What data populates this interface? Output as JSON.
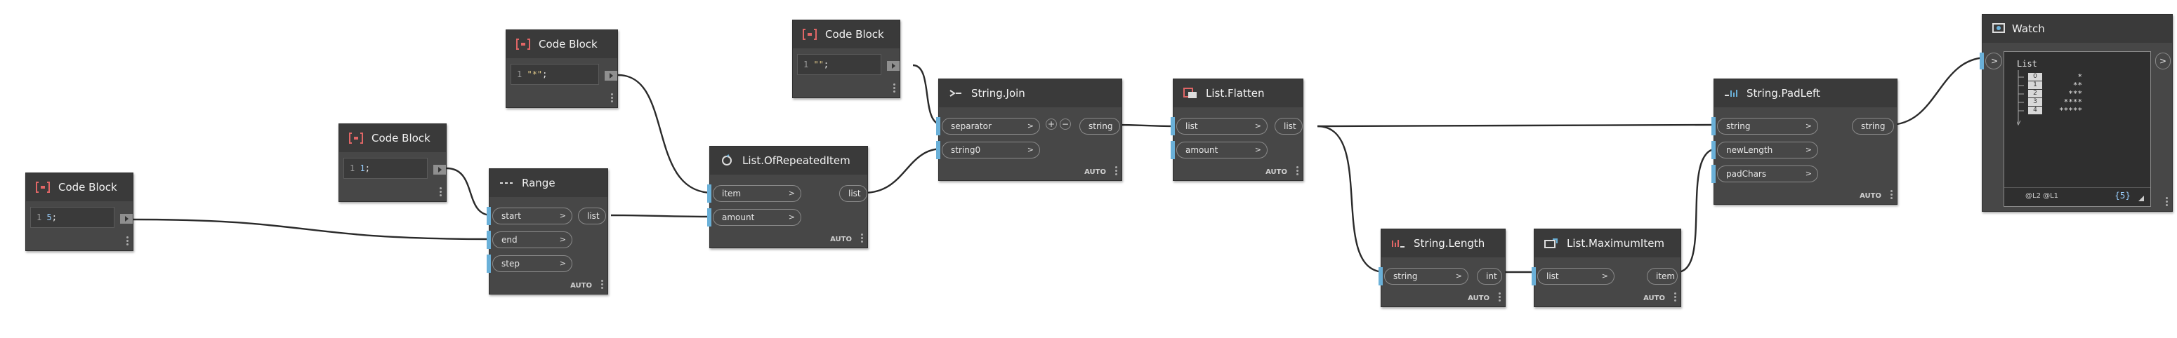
{
  "nodes": {
    "cb5": {
      "title": "Code Block",
      "line": "1",
      "code": "5",
      "suffix": ";"
    },
    "cb1": {
      "title": "Code Block",
      "line": "1",
      "code": "1",
      "suffix": ";"
    },
    "cbstar": {
      "title": "Code Block",
      "line": "1",
      "code": "\"*\"",
      "suffix": ";"
    },
    "cbempty": {
      "title": "Code Block",
      "line": "1",
      "code": "\"\"",
      "suffix": ";"
    },
    "range": {
      "title": "Range",
      "inputs": [
        "start",
        "end",
        "step"
      ],
      "output": "list",
      "lacing": "AUTO"
    },
    "repeat": {
      "title": "List.OfRepeatedItem",
      "inputs": [
        "item",
        "amount"
      ],
      "output": "list",
      "lacing": "AUTO"
    },
    "join": {
      "title": "String.Join",
      "inputs": [
        "separator",
        "string0"
      ],
      "output": "string",
      "lacing": "AUTO",
      "plus": "+",
      "minus": "−"
    },
    "flatten": {
      "title": "List.Flatten",
      "inputs": [
        "list",
        "amount"
      ],
      "output": "list",
      "lacing": "AUTO"
    },
    "strlen": {
      "title": "String.Length",
      "inputs": [
        "string"
      ],
      "output": "int",
      "lacing": "AUTO"
    },
    "maxitem": {
      "title": "List.MaximumItem",
      "inputs": [
        "list"
      ],
      "output": "item",
      "lacing": "AUTO"
    },
    "padleft": {
      "title": "String.PadLeft",
      "inputs": [
        "string",
        "newLength",
        "padChars"
      ],
      "output": "string",
      "lacing": "AUTO"
    },
    "watch": {
      "title": "Watch",
      "input": ">",
      "output": ">",
      "list_label": "List",
      "items": [
        {
          "index": "0",
          "value": "    *"
        },
        {
          "index": "1",
          "value": "   **"
        },
        {
          "index": "2",
          "value": "  ***"
        },
        {
          "index": "3",
          "value": " ****"
        },
        {
          "index": "4",
          "value": "*****"
        }
      ],
      "levels": "@L2 @L1",
      "count": "{5}"
    }
  },
  "colors": {
    "canvas": "#ffffff",
    "node_body": "#474747",
    "node_header": "#3a3a3a",
    "port_active": "#6ab0d8",
    "wire": "#2a2a2a"
  }
}
